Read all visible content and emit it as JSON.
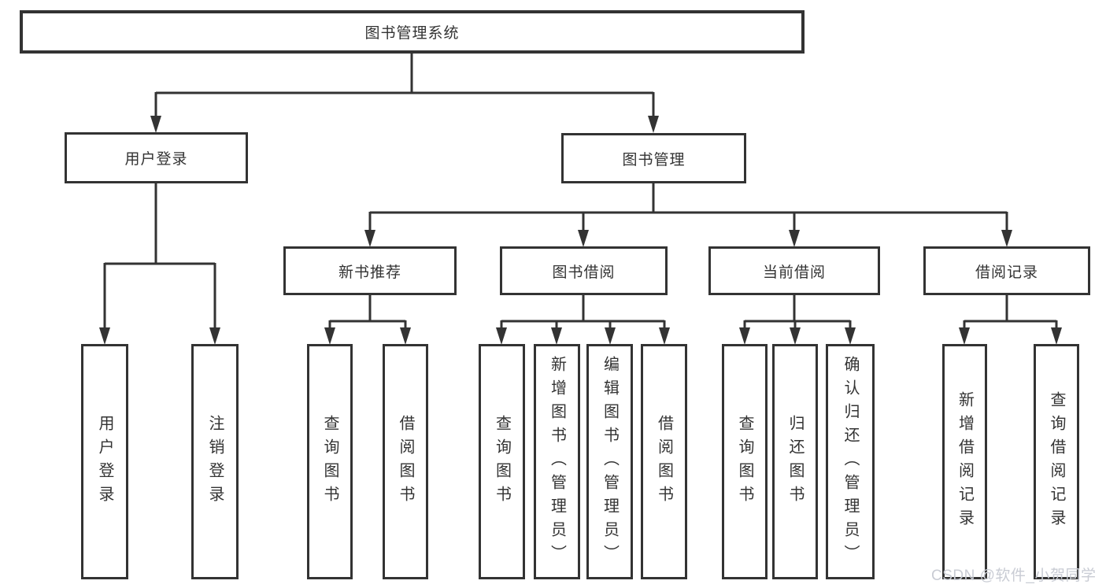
{
  "nodes": {
    "root": "图书管理系统",
    "user_login": "用户登录",
    "book_management": "图书管理",
    "new_book_recommend": "新书推荐",
    "book_borrow": "图书借阅",
    "current_borrow": "当前借阅",
    "borrow_records": "借阅记录"
  },
  "leaves": {
    "user_login": [
      "用户登录",
      "注销登录"
    ],
    "new_book_recommend": [
      "查询图书",
      "借阅图书"
    ],
    "book_borrow": [
      "查询图书",
      "新增图书（管理员）",
      "编辑图书（管理员）",
      "借阅图书"
    ],
    "current_borrow": [
      "查询图书",
      "归还图书",
      "确认归还（管理员）"
    ],
    "borrow_records": [
      "新增借阅记录",
      "查询借阅记录"
    ]
  },
  "watermark": "CSDN @软件_小贺同学",
  "colors": {
    "line": "#333333",
    "text": "#333333",
    "background": "#ffffff",
    "watermark": "#c9ccd4"
  }
}
